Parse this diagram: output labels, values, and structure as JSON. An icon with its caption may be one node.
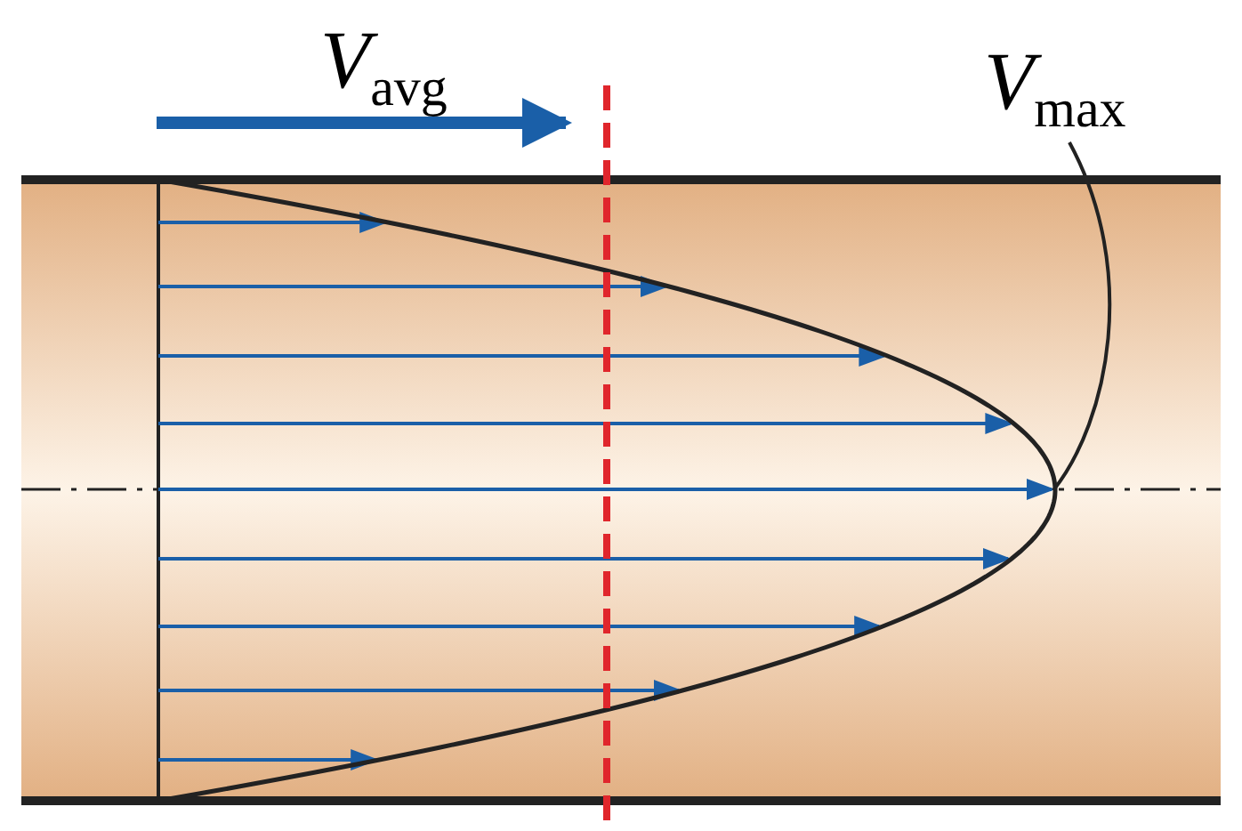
{
  "diagram": {
    "nodes": [
      {
        "text": [
          "*V*$_{max}$"
        ]
      },
      {
        "text": [],
        "shape": "curve"
      }
    ],
    "edges": [
      {
        "from": 0,
        "to": 1,
        "arrow": "none"
      }
    ],
    "labels": [
      "*V*$_{avg}$"
    ]
  }
}
